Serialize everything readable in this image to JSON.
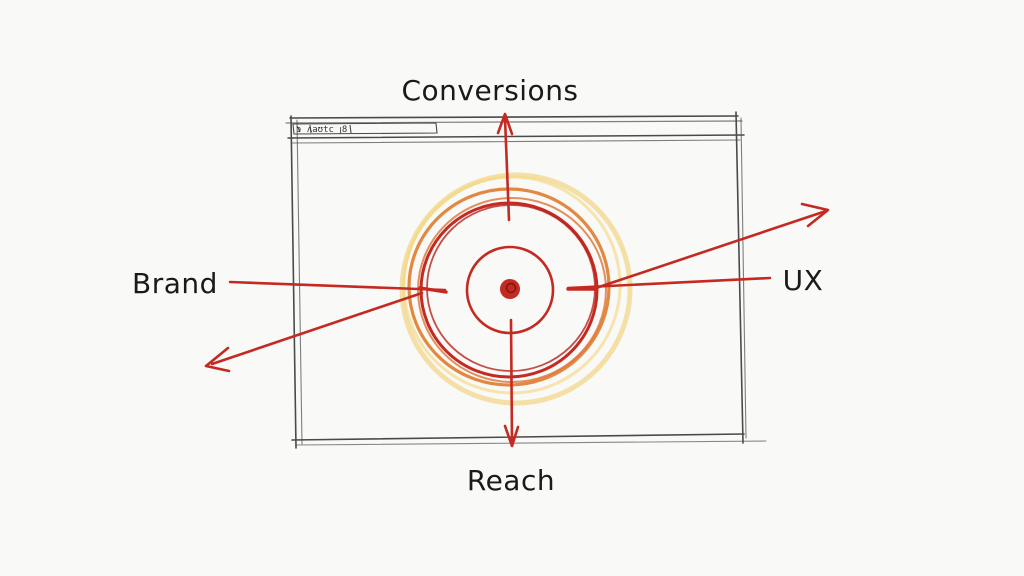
{
  "labels": {
    "top": "Conversions",
    "left": "Brand",
    "right": "UX",
    "bottom": "Reach"
  },
  "browser_bar": {
    "text": "ɔ ʌaʊtc ꞁ8"
  },
  "colors": {
    "ink": "#1a1a1a",
    "pencil": "#4a4a4a",
    "red": "#c42a22",
    "orange": "#e07b2c",
    "yellow": "#f0cc66",
    "paper": "#f9f9f7"
  }
}
